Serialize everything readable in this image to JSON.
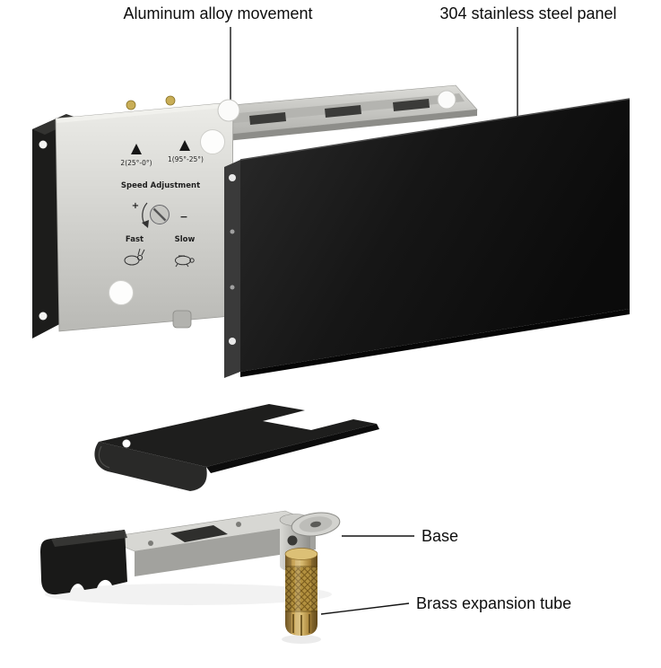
{
  "callouts": {
    "movement": "Aluminum alloy movement",
    "panel": "304 stainless steel panel",
    "base": "Base",
    "brass_tube": "Brass expansion tube"
  },
  "faceplate": {
    "angle_left": "2(25°-0°)",
    "angle_right": "1(95°-25°)",
    "speed_label": "Speed Adjustment",
    "plus": "+",
    "minus": "−",
    "fast": "Fast",
    "slow": "Slow"
  },
  "colors": {
    "background": "#ffffff",
    "panel_black": "#161616",
    "aluminum": "#cfcfcb",
    "brass": "#b3913f",
    "label_text": "#0d0d0d"
  }
}
